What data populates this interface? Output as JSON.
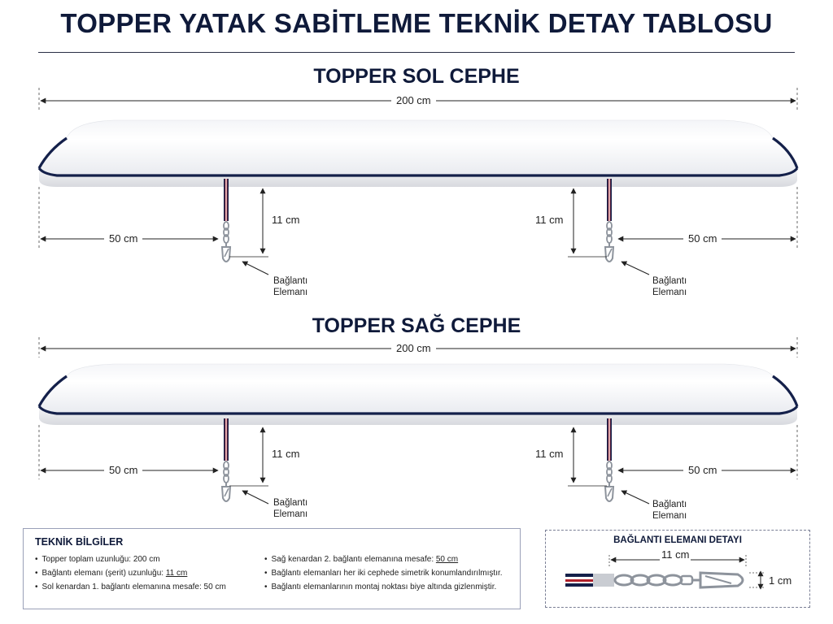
{
  "title": "TOPPER YATAK SABİTLEME TEKNİK DETAY TABLOSU",
  "sections": [
    {
      "heading": "TOPPER SOL CEPHE",
      "total_length": "200 cm",
      "left_offset": "50 cm",
      "right_offset": "50 cm",
      "left_strap": "11 cm",
      "right_strap": "11 cm",
      "left_label": [
        "Bağlantı",
        "Elemanı"
      ],
      "right_label": [
        "Bağlantı",
        "Elemanı"
      ]
    },
    {
      "heading": "TOPPER SAĞ CEPHE",
      "total_length": "200 cm",
      "left_offset": "50 cm",
      "right_offset": "50 cm",
      "left_strap": "11 cm",
      "right_strap": "11 cm",
      "left_label": [
        "Bağlantı",
        "Elemanı"
      ],
      "right_label": [
        "Bağlantı",
        "Elemanı"
      ]
    }
  ],
  "info": {
    "heading": "TEKNİK BİLGİLER",
    "col1": [
      {
        "text": "Topper toplam uzunluğu: ",
        "value": "200 cm",
        "underline": false
      },
      {
        "text": "Bağlantı elemanı (şerit) uzunluğu: ",
        "value": "11 cm",
        "underline": true
      },
      {
        "text": "Sol kenardan 1. bağlantı elemanına mesafe: ",
        "value": "50 cm",
        "underline": false
      }
    ],
    "col2": [
      {
        "text": "Sağ kenardan 2. bağlantı elemanına mesafe: ",
        "value": "50 cm",
        "underline": true
      },
      {
        "text": "Bağlantı elemanları her iki cephede simetrik konumlandırılmıştır.",
        "value": "",
        "underline": false
      },
      {
        "text": "Bağlantı elemanlarının montaj noktası biye altında gizlenmiştir.",
        "value": "",
        "underline": false
      }
    ]
  },
  "detail": {
    "heading": "BAĞLANTI ELEMANI DETAYI",
    "length": "11 cm",
    "width": "1 cm"
  },
  "colors": {
    "navy": "#0f1a3a",
    "piping": "#14204a",
    "strap_red": "#b0202a",
    "metal": "#8d939c"
  }
}
